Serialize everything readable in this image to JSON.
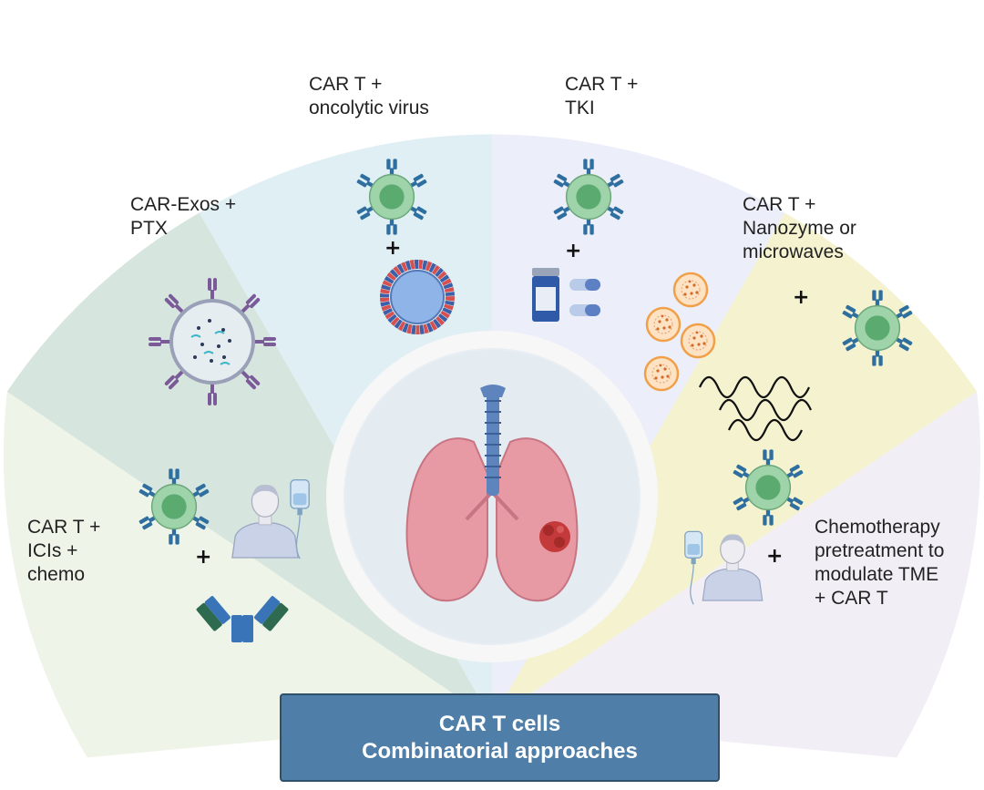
{
  "segments": [
    {
      "id": "ici",
      "label": "CAR T +\nICIs +\nchemo",
      "fill": "#eef4e8"
    },
    {
      "id": "exos",
      "label": "CAR-Exos +\nPTX",
      "fill": "#d6e5de"
    },
    {
      "id": "virus",
      "label": "CAR T +\noncolytic virus",
      "fill": "#dfeff4"
    },
    {
      "id": "tki",
      "label": "CAR T +\nTKI",
      "fill": "#eceff9"
    },
    {
      "id": "nano",
      "label": "CAR T +\nNanozyme or\nmicrowaves",
      "fill": "#f4f2cf"
    },
    {
      "id": "chemo",
      "label": "Chemotherapy\npretreatment to\nmodulate TME\n+ CAR T",
      "fill": "#f1eef6"
    }
  ],
  "center": {
    "fill": "#e4ebf1",
    "ring": "#f7f7f7"
  },
  "title": {
    "line1": "CAR T cells",
    "line2": "Combinatorial approaches",
    "fill": "#4f7fa8"
  },
  "colors": {
    "tcell_body": "#9fd3a9",
    "tcell_nucleus": "#5bab70",
    "receptor": "#2f6f9f",
    "exosome_receptor": "#7a5a99",
    "virus_core": "#8fb4e8",
    "virus_spike_red": "#d65050",
    "virus_spike_blue": "#3c5fa8",
    "lung": "#e79aa4",
    "trachea": "#5d84bd",
    "tumor": "#c43a3a",
    "nanozyme": "#f1a04a"
  },
  "icons": [
    "t-cell",
    "exosome",
    "oncolytic-virus",
    "pill-bottle",
    "capsule",
    "nanozyme",
    "microwave",
    "patient",
    "iv-bag",
    "antibody",
    "lungs",
    "tumor"
  ]
}
